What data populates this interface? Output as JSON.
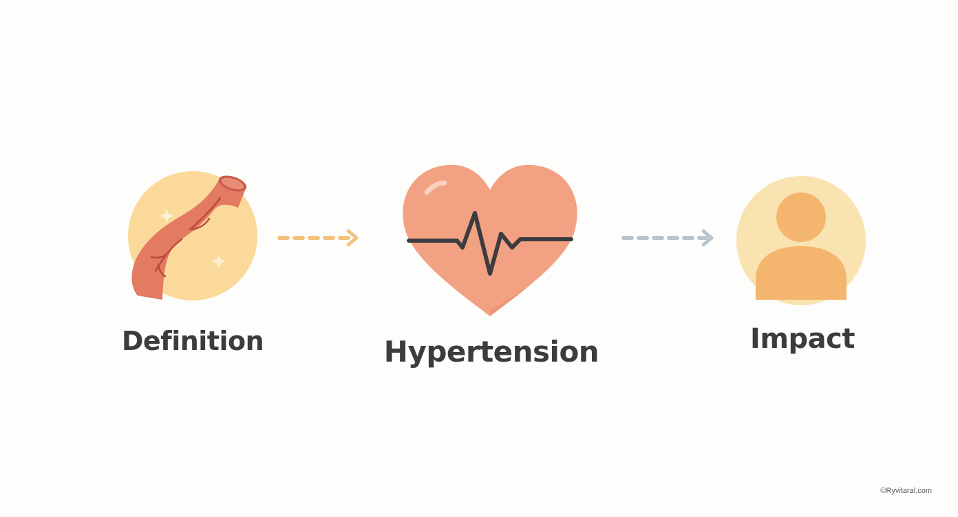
{
  "nodes": {
    "definition": {
      "label": "Definition",
      "icon": "artery-icon"
    },
    "hypertension": {
      "label": "Hypertension",
      "icon": "heart-pulse-icon"
    },
    "impact": {
      "label": "Impact",
      "icon": "person-icon"
    }
  },
  "arrows": [
    {
      "from": "definition",
      "to": "hypertension",
      "color": "#f3c27e"
    },
    {
      "from": "hypertension",
      "to": "impact",
      "color": "#b8c4cf"
    }
  ],
  "colors": {
    "circle_fill": "#fad99a",
    "artery": "#e37a62",
    "heart": "#f2a283",
    "person": "#f4b56e",
    "pulse_line": "#3c3c3e",
    "label_text": "#3c3c3e"
  },
  "watermark": "©Ryvitaral.com"
}
